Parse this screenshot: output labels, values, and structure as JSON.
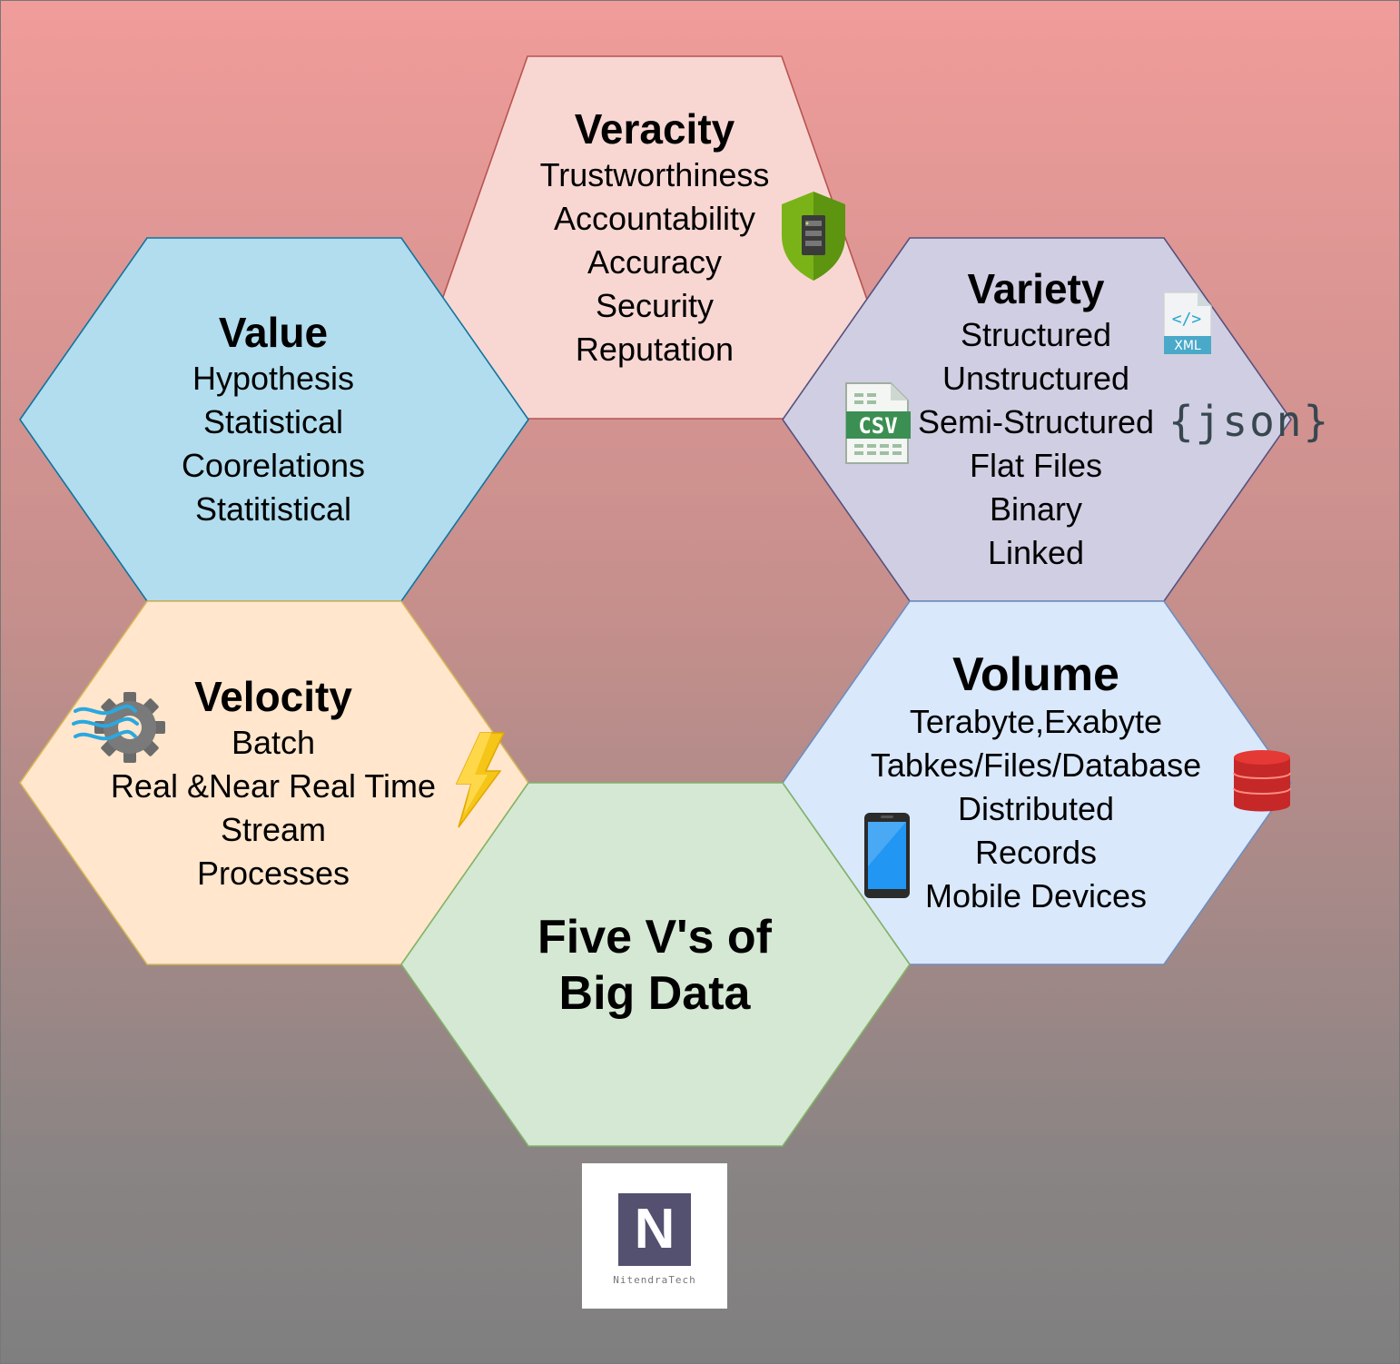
{
  "hexagons": {
    "veracity": {
      "title": "Veracity",
      "items": [
        "Trustworthiness",
        "Accountability",
        "Accuracy",
        "Security",
        "Reputation"
      ],
      "fill": "#f8d7d3",
      "stroke": "#b85450"
    },
    "value": {
      "title": "Value",
      "items": [
        "Hypothesis",
        "Statistical",
        "Coorelations",
        "Statitistical"
      ],
      "fill": "#b1ddee",
      "stroke": "#10739e"
    },
    "variety": {
      "title": "Variety",
      "items": [
        "Structured",
        "Unstructured",
        "Semi-Structured",
        "Flat Files",
        "Binary",
        "Linked"
      ],
      "fill": "#d0cee2",
      "stroke": "#56517e"
    },
    "velocity": {
      "title": "Velocity",
      "items": [
        "Batch",
        "Real &Near Real Time",
        "Stream",
        "Processes"
      ],
      "fill": "#ffe6cc",
      "stroke": "#d6b656"
    },
    "volume": {
      "title": "Volume",
      "items": [
        "Terabyte,Exabyte",
        "Tabkes/Files/Database",
        "Distributed",
        "Records",
        "Mobile Devices"
      ],
      "fill": "#dae8fc",
      "stroke": "#6c8ebf"
    },
    "center": {
      "title_lines": [
        "Five V's of",
        "Big Data"
      ],
      "fill": "#d5e8d4",
      "stroke": "#82b366"
    }
  },
  "icons": {
    "shield": "shield-server-icon",
    "xml": "xml-file-icon",
    "xml_label": "XML",
    "csv": "csv-file-icon",
    "csv_label": "CSV",
    "json": "json-logo-icon",
    "json_label": "{json}",
    "gear": "gear-wind-icon",
    "lightning": "lightning-bolt-icon",
    "database": "database-icon",
    "phone": "mobile-phone-icon"
  },
  "logo": {
    "letter": "N",
    "name": "NitendraTech",
    "color": "#54506f"
  }
}
